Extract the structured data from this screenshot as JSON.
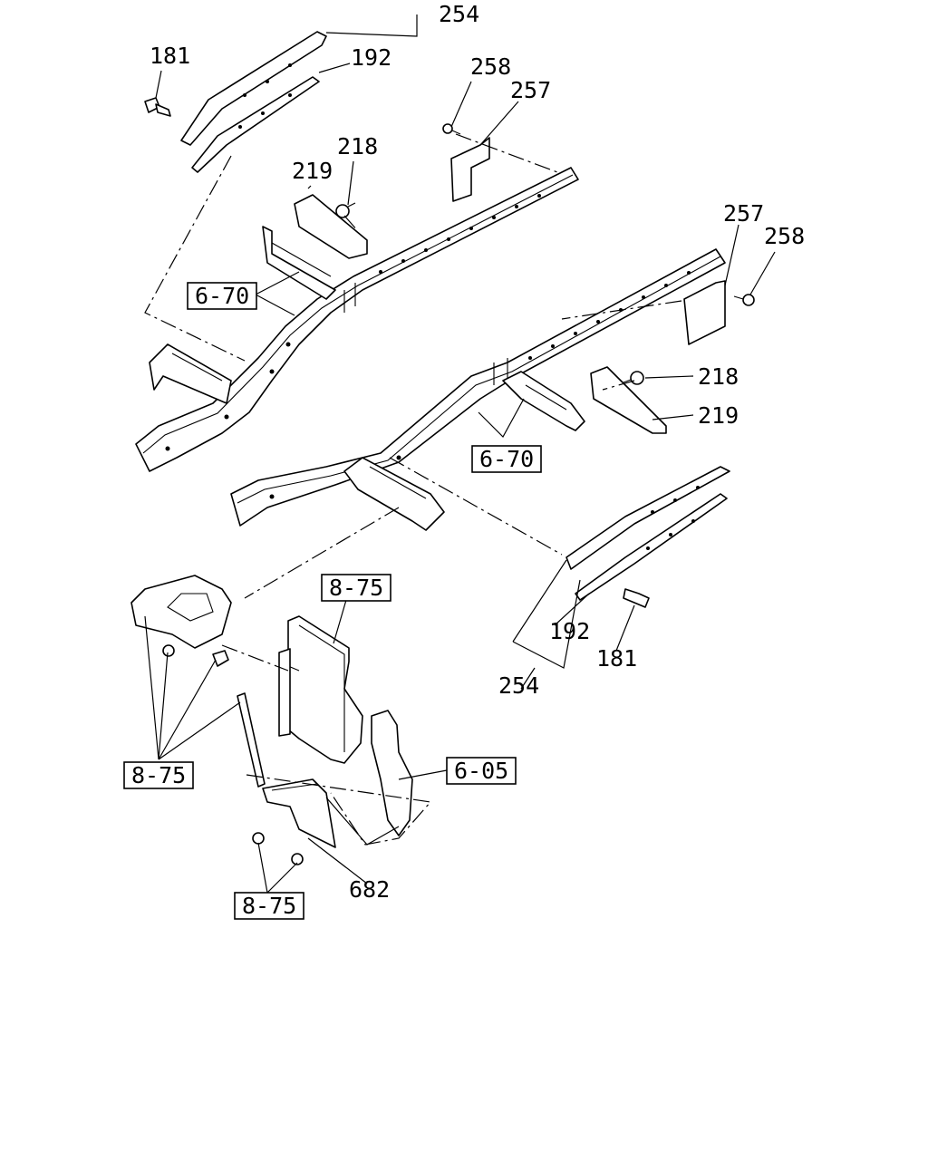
{
  "callouts": {
    "c254_top": "254",
    "c181_top": "181",
    "c192_top": "192",
    "c258_top": "258",
    "c257_top": "257",
    "c218_top": "218",
    "c219_top": "219",
    "c257_right": "257",
    "c258_right": "258",
    "c218_right": "218",
    "c219_right": "219",
    "c192_bottom": "192",
    "c181_bottom": "181",
    "c254_bottom": "254",
    "c682": "682"
  },
  "refs": {
    "r670_left": "6-70",
    "r670_right": "6-70",
    "r875_top": "8-75",
    "r875_left": "8-75",
    "r875_bottom": "8-75",
    "r605": "6-05"
  }
}
